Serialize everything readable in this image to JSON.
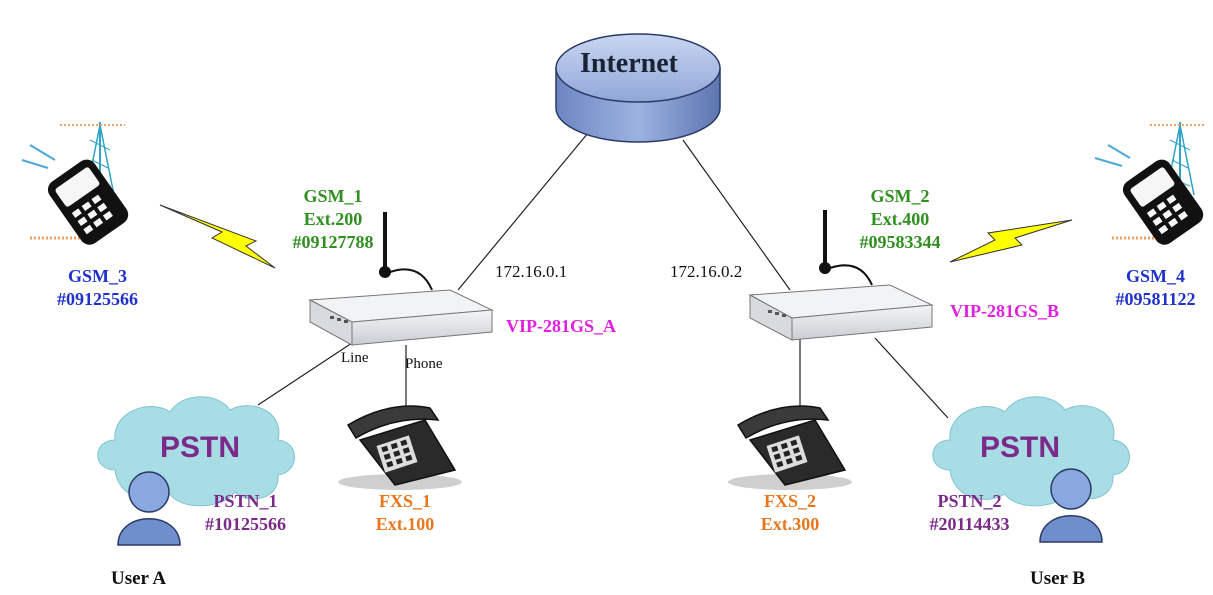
{
  "internet": {
    "label": "Internet"
  },
  "gateway_a": {
    "name": "VIP-281GS_A",
    "ip": "172.16.0.1",
    "gsm": {
      "name": "GSM_1",
      "ext": "Ext.200",
      "number": "#09127788"
    },
    "port_line": "Line",
    "port_phone": "Phone"
  },
  "gateway_b": {
    "name": "VIP-281GS_B",
    "ip": "172.16.0.2",
    "gsm": {
      "name": "GSM_2",
      "ext": "Ext.400",
      "number": "#09583344"
    }
  },
  "mobile_left": {
    "name": "GSM_3",
    "number": "#09125566"
  },
  "mobile_right": {
    "name": "GSM_4",
    "number": "#09581122"
  },
  "fxs_1": {
    "name": "FXS_1",
    "ext": "Ext.100"
  },
  "fxs_2": {
    "name": "FXS_2",
    "ext": "Ext.300"
  },
  "pstn_left": {
    "cloud": "PSTN",
    "name": "PSTN_1",
    "number": "#10125566"
  },
  "pstn_right": {
    "cloud": "PSTN",
    "name": "PSTN_2",
    "number": "#20114433"
  },
  "users": {
    "a": "User A",
    "b": "User B"
  },
  "colors": {
    "gsm": "#2f8f1f",
    "mobile": "#1f33cc",
    "fxs": "#e8761c",
    "pstn": "#7b2a8a",
    "device": "#e020e0",
    "cloud": "#a8dde6",
    "internet": "#8fa6d6",
    "bolt": "#ffff00"
  }
}
